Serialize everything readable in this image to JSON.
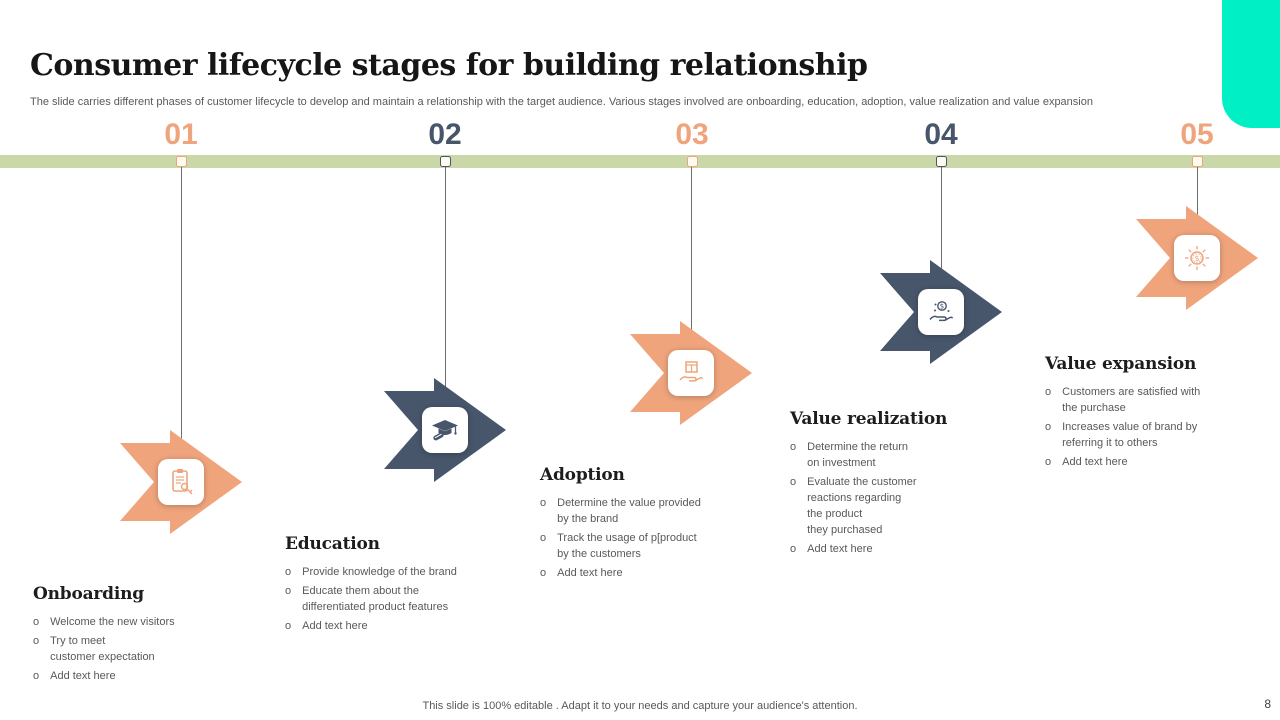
{
  "slide": {
    "title": "Consumer lifecycle stages for building relationship",
    "subtitle": "The slide carries different phases of customer lifecycle to develop and maintain a relationship with the target audience. Various stages involved are onboarding, education, adoption, value realization and value expansion",
    "footer": "This slide is 100% editable . Adapt it to your needs and capture your audience's attention.",
    "page_number": "8",
    "bullet_char": "o"
  },
  "colors": {
    "orange": "#EFA47C",
    "navy": "#47566B",
    "band_green": "#C9D7A9",
    "teal_accent": "#00EFC4",
    "text_gray": "#595959"
  },
  "stages": [
    {
      "number": "01",
      "heading": "Onboarding",
      "color": "orange",
      "icon": "clipboard-key-icon",
      "bullets": [
        "Welcome the new visitors",
        "Try to meet\ncustomer expectation",
        "Add text here"
      ]
    },
    {
      "number": "02",
      "heading": "Education",
      "color": "navy",
      "icon": "graduation-cap-icon",
      "bullets": [
        "Provide knowledge of the brand",
        "Educate them about the\ndifferentiated product features",
        "Add text here"
      ]
    },
    {
      "number": "03",
      "heading": "Adoption",
      "color": "orange",
      "icon": "hand-box-icon",
      "bullets": [
        "Determine the value provided\nby the brand",
        "Track the usage of p[product\nby the customers",
        "Add text here"
      ]
    },
    {
      "number": "04",
      "heading": "Value realization",
      "color": "navy",
      "icon": "hand-money-icon",
      "bullets": [
        "Determine the return\non investment",
        "Evaluate the customer\nreactions regarding\nthe product\nthey purchased",
        "Add text here"
      ]
    },
    {
      "number": "05",
      "heading": "Value expansion",
      "color": "orange",
      "icon": "dollar-burst-icon",
      "bullets": [
        "Customers are satisfied with\nthe purchase",
        "Increases value of brand by\nreferring it to others",
        "Add text here"
      ]
    }
  ]
}
